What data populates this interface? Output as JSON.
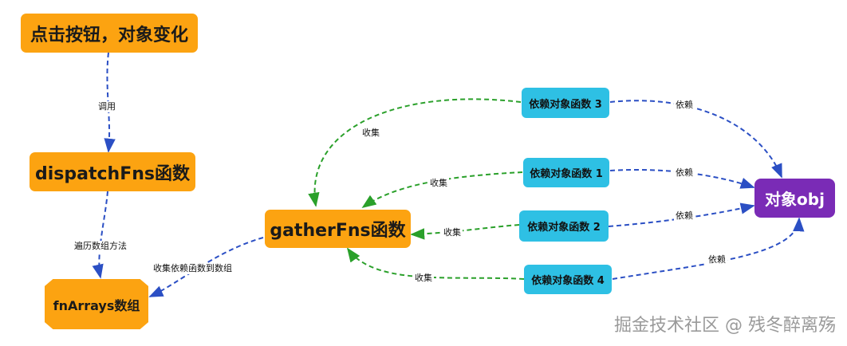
{
  "nodes": {
    "click": "点击按钮，对象变化",
    "dispatch": "dispatchFns函数",
    "fnarrays": "fnArrays数组",
    "gather": "gatherFns函数",
    "dep3": "依赖对象函数 3",
    "dep1": "依赖对象函数 1",
    "dep2": "依赖对象函数 2",
    "dep4": "依赖对象函数 4",
    "obj": "对象obj"
  },
  "edge_labels": {
    "call": "调用",
    "traverse": "遍历数组方法",
    "collect_to_array": "收集依赖函数到数组",
    "collect3": "收集",
    "collect1": "收集",
    "collect2": "收集",
    "collect4": "收集",
    "depend3": "依赖",
    "depend1": "依赖",
    "depend2": "依赖",
    "depend4": "依赖"
  },
  "watermark": "掘金技术社区 @ 残冬醉离殇",
  "colors": {
    "orange": "#fca311",
    "blue": "#2ec0e4",
    "purple": "#7a2bb6",
    "blue_edge": "#2b4fc4",
    "green_edge": "#2aa02a"
  }
}
